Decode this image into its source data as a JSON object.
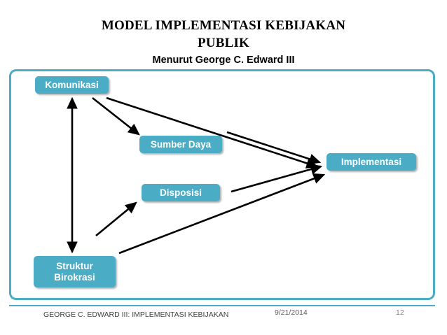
{
  "slide": {
    "title_lines": [
      "MODEL IMPLEMENTASI KEBIJAKAN",
      "PUBLIK"
    ],
    "subtitle": "Menurut George C. Edward III",
    "accent_color": "#4bacc6",
    "node_text_color": "#ffffff",
    "arrow_color": "#000000"
  },
  "diagram": {
    "type": "flow",
    "nodes": [
      {
        "id": "komunikasi",
        "label": "Komunikasi"
      },
      {
        "id": "sumber-daya",
        "label": "Sumber Daya"
      },
      {
        "id": "disposisi",
        "label": "Disposisi"
      },
      {
        "id": "struktur-birokrasi",
        "label": "Struktur\nBirokrasi",
        "label_line1": "Struktur",
        "label_line2": "Birokrasi"
      },
      {
        "id": "implementasi",
        "label": "Implementasi"
      }
    ],
    "edges": [
      {
        "from": "komunikasi",
        "to": "sumber-daya",
        "style": "single-arrow"
      },
      {
        "from": "komunikasi",
        "to": "implementasi",
        "style": "single-arrow"
      },
      {
        "from": "sumber-daya",
        "to": "implementasi",
        "style": "single-arrow"
      },
      {
        "from": "disposisi",
        "to": "implementasi",
        "style": "single-arrow"
      },
      {
        "from": "struktur-birokrasi",
        "to": "implementasi",
        "style": "single-arrow"
      },
      {
        "from": "struktur-birokrasi",
        "to": "disposisi",
        "style": "single-arrow"
      },
      {
        "from": "komunikasi",
        "to": "struktur-birokrasi",
        "style": "double-arrow"
      }
    ]
  },
  "footer": {
    "left_text": "GEORGE C. EDWARD III: IMPLEMENTASI KEBIJAKAN",
    "date": "9/21/2014",
    "page_number": "12"
  }
}
